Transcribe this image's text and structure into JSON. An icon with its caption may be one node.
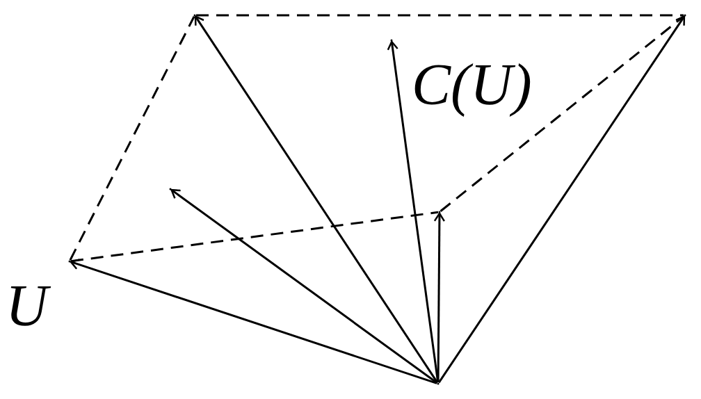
{
  "diagram": {
    "nodes": [
      {
        "text": [],
        "shape": "point"
      },
      {
        "text": [],
        "shape": "point",
        "beside": [
          "U"
        ]
      },
      {
        "text": [],
        "shape": "point"
      },
      {
        "text": [],
        "shape": "point"
      },
      {
        "text": [],
        "shape": "point",
        "beside": [
          "C(U)"
        ]
      },
      {
        "text": [],
        "shape": "point"
      },
      {
        "text": [],
        "shape": "point"
      }
    ],
    "edges": [
      {
        "from": 0,
        "to": 1,
        "arrow": "to"
      },
      {
        "from": 0,
        "to": 2,
        "arrow": "to"
      },
      {
        "from": 0,
        "to": 3,
        "arrow": "to"
      },
      {
        "from": 0,
        "to": 4,
        "arrow": "to"
      },
      {
        "from": 0,
        "to": 5,
        "arrow": "to"
      },
      {
        "from": 0,
        "to": 6,
        "arrow": "to"
      },
      {
        "from": 1,
        "to": 3,
        "arrow": "none",
        "style": "dashed"
      },
      {
        "from": 3,
        "to": 6,
        "arrow": "none",
        "style": "dashed"
      },
      {
        "from": 1,
        "to": 5,
        "arrow": "none",
        "style": "dashed"
      },
      {
        "from": 5,
        "to": 6,
        "arrow": "none",
        "style": "dashed"
      }
    ]
  }
}
